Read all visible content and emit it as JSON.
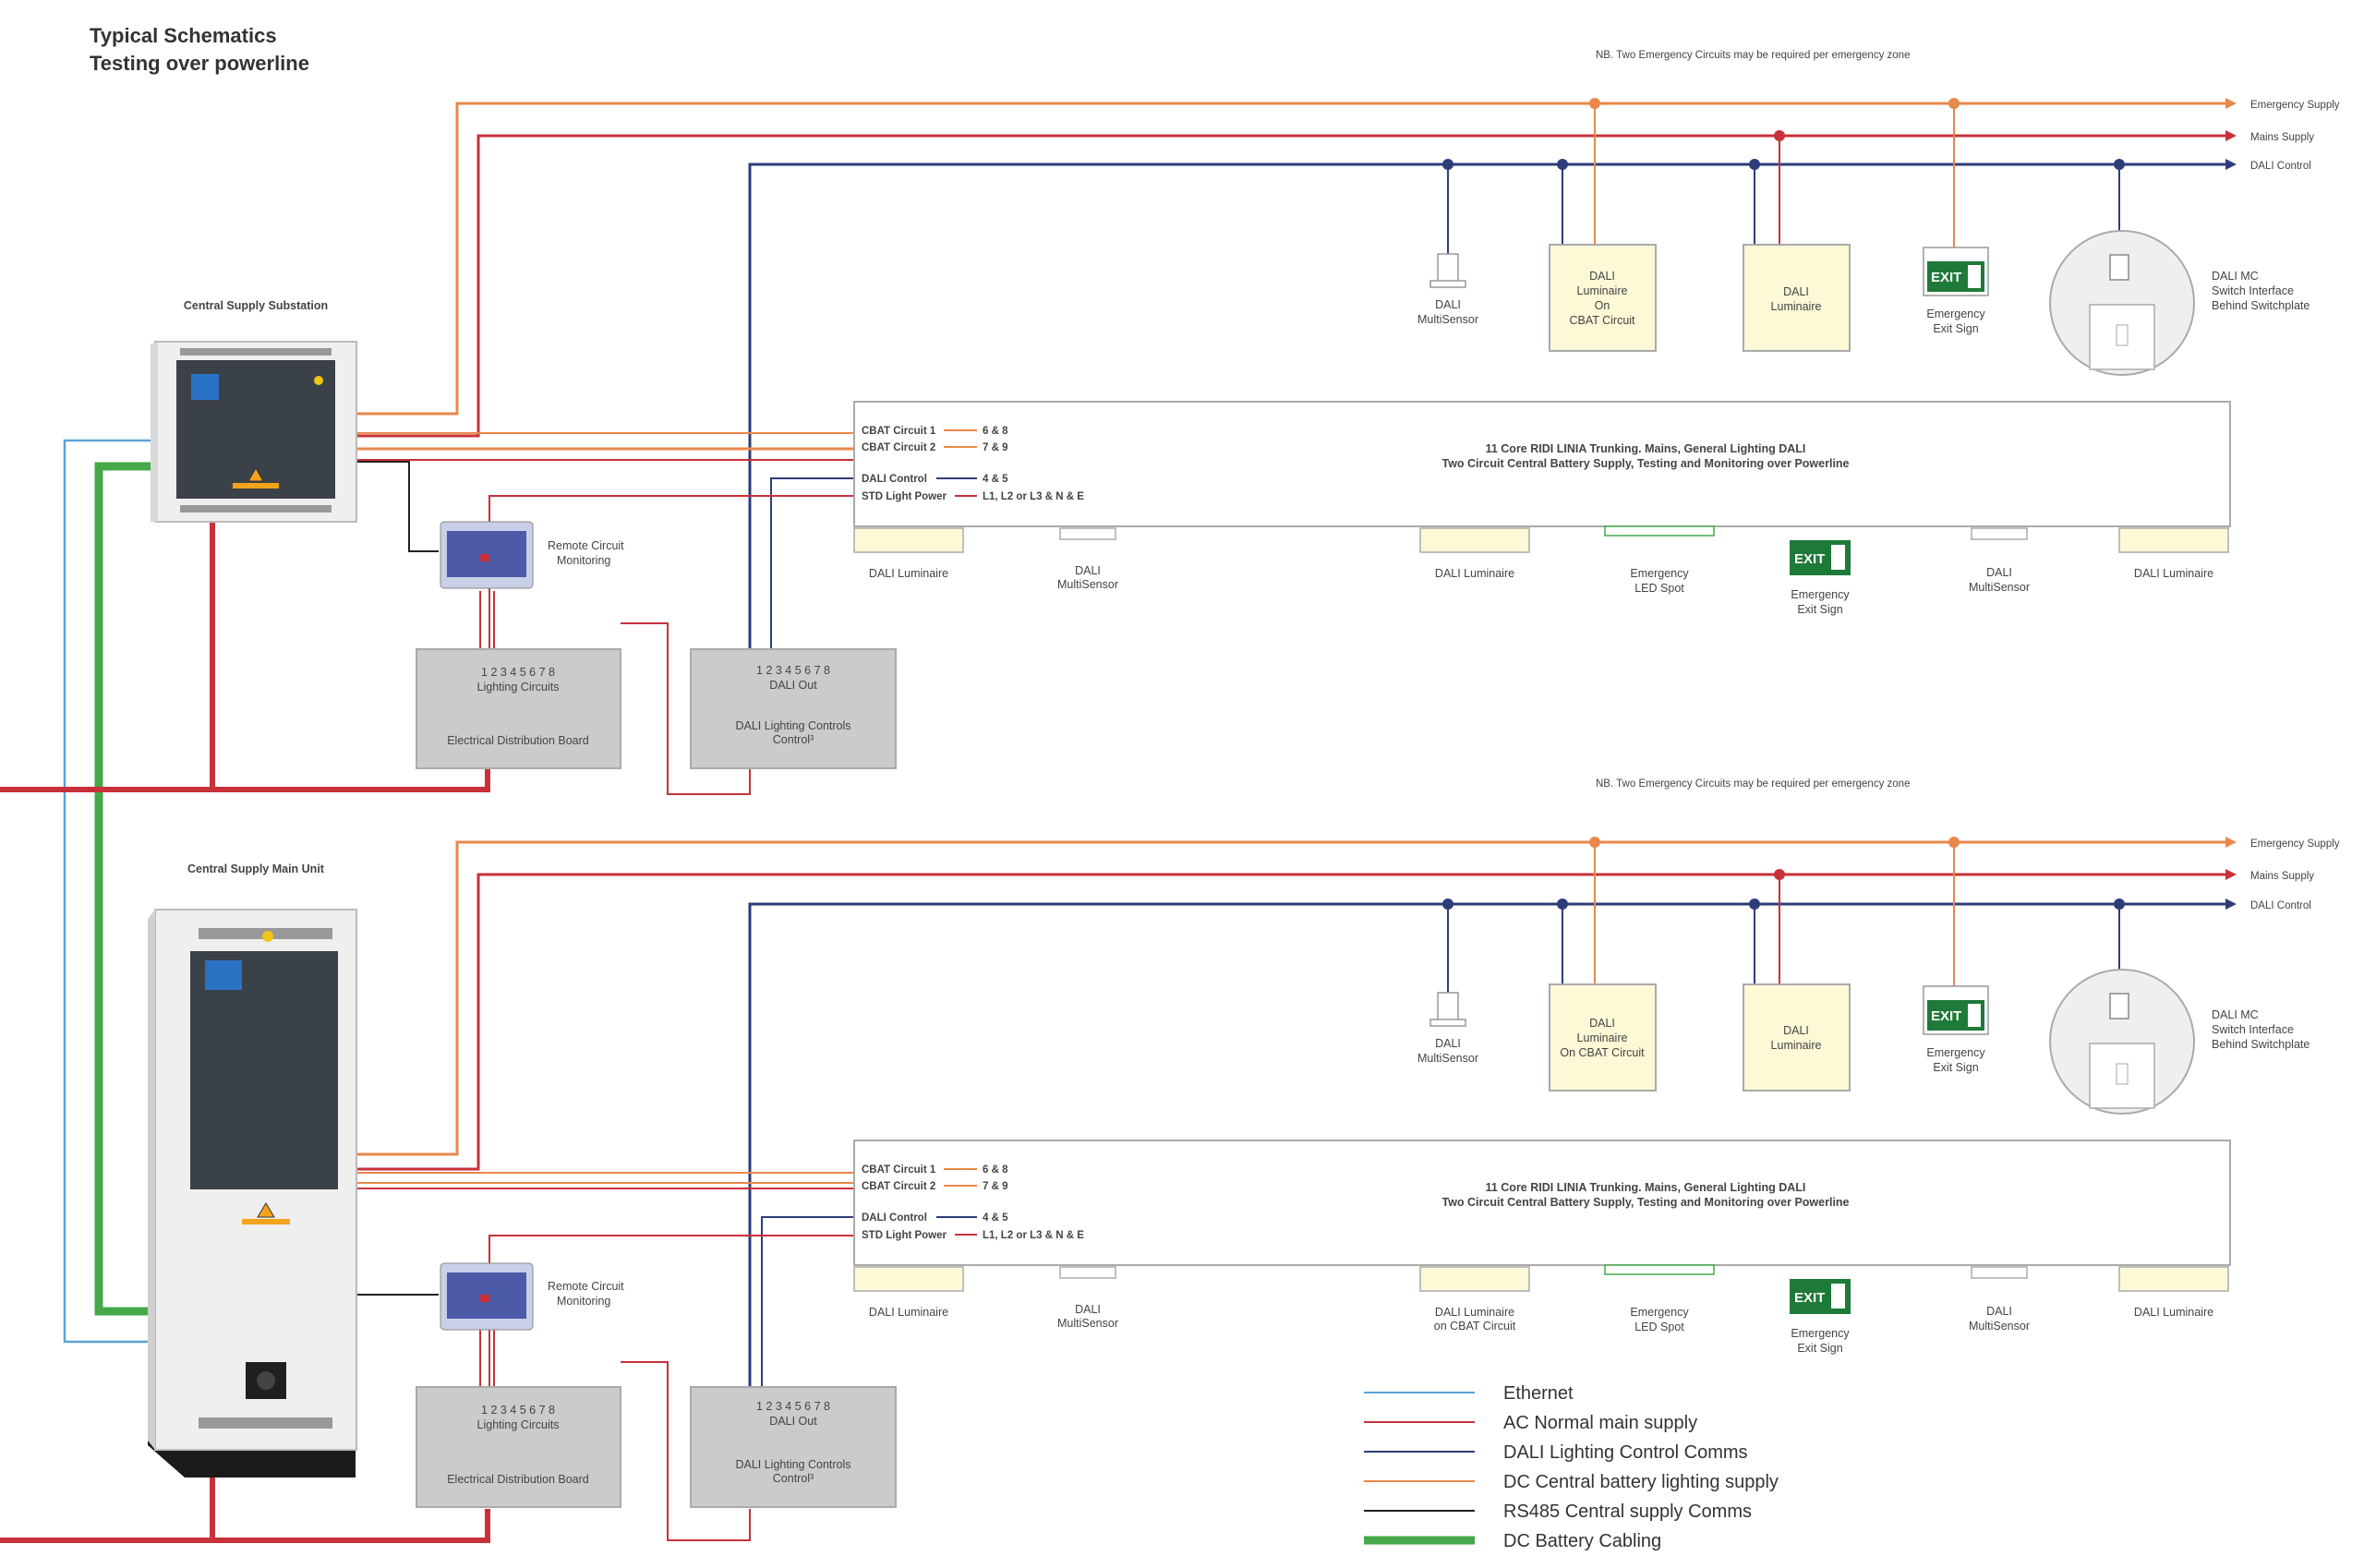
{
  "title": {
    "line1": "Typical Schematics",
    "line2": "Testing over powerline"
  },
  "colors": {
    "ethernet": "#5ba3d6",
    "mains": "#c8313a",
    "dali": "#2e3c7a",
    "emergency": "#e8884a",
    "rs485": "#222222",
    "dc_battery": "#45a849",
    "luminaire_fill": "#fdf8d6",
    "box_fill": "#cbcbcb",
    "exit_green": "#1e7a38"
  },
  "note": "NB. Two Emergency Circuits may be required per emergency zone",
  "bus_labels": {
    "emergency": "Emergency Supply",
    "mains": "Mains Supply",
    "dali": "DALI Control"
  },
  "panels": [
    {
      "unit_title": "Central Supply Substation",
      "remote_monitoring": [
        "Remote Circuit",
        "Monitoring"
      ],
      "edb": {
        "numbers": "1 2 3 4 5 6 7 8",
        "label1": "Lighting Circuits",
        "label2": "Electrical Distribution Board"
      },
      "dali_ctrl": {
        "numbers": "1 2 3 4 5 6 7 8",
        "label1": "DALI Out",
        "label2": "DALI Lighting Controls",
        "label3": "Control³"
      },
      "top_devices": {
        "sensor": [
          "DALI",
          "MultiSensor"
        ],
        "lum_cbat": [
          "DALI",
          "Luminaire",
          "On",
          "CBAT Circuit"
        ],
        "lum": [
          "DALI",
          "Luminaire"
        ],
        "exit": [
          "Emergency",
          "Exit Sign"
        ],
        "switch": [
          "DALI MC",
          "Switch Interface",
          "Behind Switchplate"
        ]
      },
      "trunking": {
        "title1": "11 Core RIDI LINIA Trunking. Mains, General Lighting DALI",
        "title2": "Two Circuit Central Battery Supply, Testing and Monitoring over Powerline",
        "rows": [
          {
            "label": "CBAT Circuit 1",
            "value": "6 & 8"
          },
          {
            "label": "CBAT Circuit 2",
            "value": "7 & 9"
          },
          {
            "label": "DALI Control",
            "value": "4 & 5"
          },
          {
            "label": "STD Light Power",
            "value": "L1, L2 or L3 & N & E"
          }
        ]
      },
      "trunk_devices": {
        "lum_a": [
          "DALI Luminaire"
        ],
        "sensor_a": [
          "DALI",
          "MultiSensor"
        ],
        "lum_b": [
          "DALI Luminaire"
        ],
        "spot": [
          "Emergency",
          "LED Spot"
        ],
        "exit": [
          "Emergency",
          "Exit Sign"
        ],
        "sensor_b": [
          "DALI",
          "MultiSensor"
        ],
        "lum_c": [
          "DALI Luminaire"
        ]
      }
    },
    {
      "unit_title": "Central Supply Main Unit",
      "remote_monitoring": [
        "Remote Circuit",
        "Monitoring"
      ],
      "edb": {
        "numbers": "1 2 3 4 5 6 7 8",
        "label1": "Lighting Circuits",
        "label2": "Electrical Distribution Board"
      },
      "dali_ctrl": {
        "numbers": "1 2 3 4 5 6 7 8",
        "label1": "DALI Out",
        "label2": "DALI Lighting Controls",
        "label3": "Control³"
      },
      "top_devices": {
        "sensor": [
          "DALI",
          "MultiSensor"
        ],
        "lum_cbat": [
          "DALI",
          "Luminaire",
          "On CBAT Circuit"
        ],
        "lum": [
          "DALI",
          "Luminaire"
        ],
        "exit": [
          "Emergency",
          "Exit Sign"
        ],
        "switch": [
          "DALI MC",
          "Switch Interface",
          "Behind Switchplate"
        ]
      },
      "trunking": {
        "title1": "11 Core RIDI LINIA Trunking. Mains, General Lighting DALI",
        "title2": "Two Circuit Central Battery Supply, Testing and Monitoring over Powerline",
        "rows": [
          {
            "label": "CBAT Circuit 1",
            "value": "6 & 8"
          },
          {
            "label": "CBAT Circuit 2",
            "value": "7 & 9"
          },
          {
            "label": "DALI Control",
            "value": "4 & 5"
          },
          {
            "label": "STD Light Power",
            "value": "L1, L2 or L3 & N & E"
          }
        ]
      },
      "trunk_devices": {
        "lum_a": [
          "DALI Luminaire"
        ],
        "sensor_a": [
          "DALI",
          "MultiSensor"
        ],
        "lum_b": [
          "DALI Luminaire",
          "on CBAT Circuit"
        ],
        "spot": [
          "Emergency",
          "LED Spot"
        ],
        "exit": [
          "Emergency",
          "Exit Sign"
        ],
        "sensor_b": [
          "DALI",
          "MultiSensor"
        ],
        "lum_c": [
          "DALI Luminaire"
        ]
      }
    }
  ],
  "exit_sign_text": "EXIT",
  "legend": [
    {
      "label": "Ethernet",
      "color": "#5ba3d6"
    },
    {
      "label": "AC Normal main supply",
      "color": "#c8313a"
    },
    {
      "label": "DALI Lighting Control Comms",
      "color": "#2e3c7a"
    },
    {
      "label": "DC Central battery lighting supply",
      "color": "#e8884a"
    },
    {
      "label": "RS485 Central supply Comms",
      "color": "#222222"
    },
    {
      "label": "DC Battery Cabling",
      "color": "#45a849"
    }
  ]
}
